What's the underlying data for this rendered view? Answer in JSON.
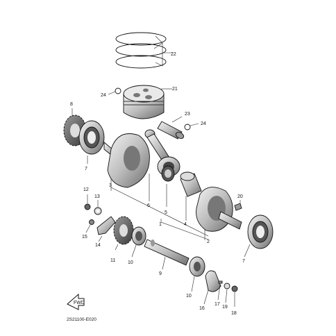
{
  "diagram_code": "2S21100-E020",
  "front_arrow": "FWD",
  "callouts": {
    "c1": "1",
    "c2": "2",
    "c3": "3",
    "c4": "4",
    "c5": "5",
    "c6": "6",
    "c7a": "7",
    "c7b": "7",
    "c8": "8",
    "c9": "9",
    "c10a": "10",
    "c10b": "10",
    "c11": "11",
    "c12": "12",
    "c13": "13",
    "c14": "14",
    "c15": "15",
    "c16": "16",
    "c17": "17",
    "c18": "18",
    "c19": "19",
    "c20": "20",
    "c21": "21",
    "c22": "22",
    "c23": "23",
    "c24a": "24",
    "c24b": "24"
  }
}
